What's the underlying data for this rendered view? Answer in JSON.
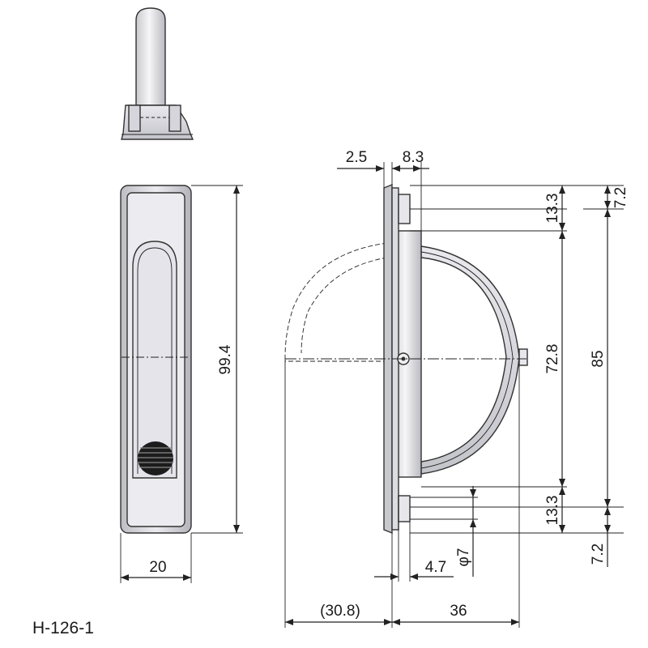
{
  "model_code": "H-126-1",
  "dimensions": {
    "front_width": "20",
    "front_height": "99.4",
    "flange": "2.5",
    "depth_top": "8.3",
    "top_pitch": "13.3",
    "top_offset": "7.2",
    "hole_pitch": "72.8",
    "total_height": "85",
    "bottom_pitch": "13.3",
    "bottom_offset": "7.2",
    "boss_dia": "φ7",
    "boss_offset": "4.7",
    "handle_swing": "(30.8)",
    "handle_depth": "36"
  },
  "colors": {
    "line": "#222222",
    "metal_light": "#f2f2f4",
    "metal_mid": "#d9d9de",
    "metal_dark": "#a9a9b0"
  }
}
